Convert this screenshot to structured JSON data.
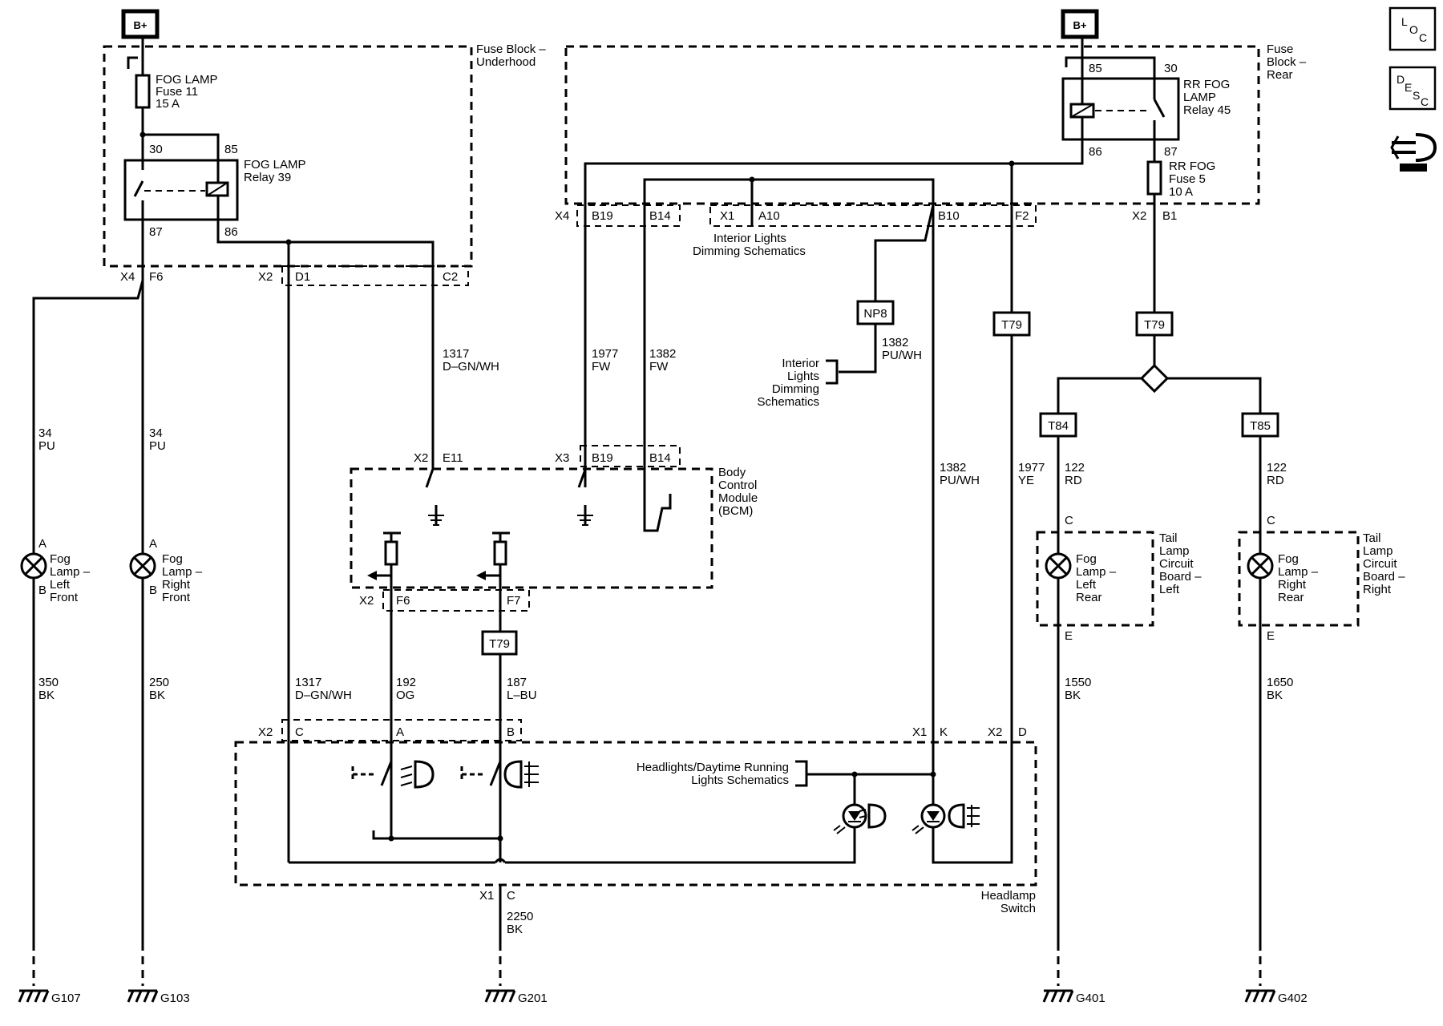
{
  "power": {
    "left": "B+",
    "right": "B+"
  },
  "fuse_block_underhood": {
    "line1": "Fuse Block –",
    "line2": "Underhood"
  },
  "fuse_block_rear": {
    "line1": "Fuse",
    "line2": "Block –",
    "line3": "Rear"
  },
  "fog_fuse": {
    "line1": "FOG LAMP",
    "line2": "Fuse 11",
    "line3": "15 A"
  },
  "fog_relay": {
    "line1": "FOG LAMP",
    "line2": "Relay 39",
    "pin30": "30",
    "pin85": "85",
    "pin87": "87",
    "pin86": "86"
  },
  "rr_relay": {
    "line1": "RR FOG",
    "line2": "LAMP",
    "line3": "Relay 45",
    "pin85": "85",
    "pin30": "30",
    "pin86": "86",
    "pin87": "87"
  },
  "rr_fuse": {
    "line1": "RR FOG",
    "line2": "Fuse 5",
    "line3": "10 A"
  },
  "connectors": {
    "x4": "X4",
    "f6": "F6",
    "x2": "X2",
    "d1": "D1",
    "c2": "C2",
    "b19": "B19",
    "b14": "B14",
    "x1": "X1",
    "a10": "A10",
    "b10": "B10",
    "f2": "F2",
    "b1": "B1",
    "e11": "E11",
    "x3": "X3",
    "f7": "F7",
    "f6b": "F6",
    "c": "C",
    "a": "A",
    "b": "B",
    "k": "K",
    "d": "D",
    "hs_c": "C"
  },
  "splices": {
    "np8": "NP8",
    "t79": "T79",
    "t84": "T84",
    "t85": "T85"
  },
  "wires": {
    "w1317_num": "1317",
    "w1317_col": "D–GN/WH",
    "w1977_num": "1977",
    "w1977_col": "FW",
    "w1382_num": "1382",
    "w1382_col": "FW",
    "w1382b_num": "1382",
    "w1382b_col": "PU/WH",
    "w1382c_num": "1382",
    "w1382c_col": "PU/WH",
    "w1977b_num": "1977",
    "w1977b_col": "YE",
    "w34a_num": "34",
    "w34a_col": "PU",
    "w34b_num": "34",
    "w34b_col": "PU",
    "w122a_num": "122",
    "w122a_col": "RD",
    "w122b_num": "122",
    "w122b_col": "RD",
    "w350_num": "350",
    "w350_col": "BK",
    "w250_num": "250",
    "w250_col": "BK",
    "w1317b_num": "1317",
    "w1317b_col": "D–GN/WH",
    "w192_num": "192",
    "w192_col": "OG",
    "w187_num": "187",
    "w187_col": "L–BU",
    "w2250_num": "2250",
    "w2250_col": "BK",
    "w1550_num": "1550",
    "w1550_col": "BK",
    "w1650_num": "1650",
    "w1650_col": "BK"
  },
  "interior_top": {
    "line1": "Interior Lights",
    "line2": "Dimming Schematics"
  },
  "interior_side": {
    "line1": "Interior",
    "line2": "Lights",
    "line3": "Dimming",
    "line4": "Schematics"
  },
  "bcm": {
    "line1": "Body",
    "line2": "Control",
    "line3": "Module",
    "line4": "(BCM)"
  },
  "lamps": {
    "lf": {
      "pinA": "A",
      "pinB": "B",
      "line1": "Fog",
      "line2": "Lamp –",
      "line3": "Left",
      "line4": "Front"
    },
    "rf": {
      "pinA": "A",
      "pinB": "B",
      "line1": "Fog",
      "line2": "Lamp –",
      "line3": "Right",
      "line4": "Front"
    },
    "lr": {
      "pinC": "C",
      "pinE": "E",
      "line1": "Fog",
      "line2": "Lamp –",
      "line3": "Left",
      "line4": "Rear"
    },
    "rr": {
      "pinC": "C",
      "pinE": "E",
      "line1": "Fog",
      "line2": "Lamp –",
      "line3": "Right",
      "line4": "Rear"
    }
  },
  "tail_left": {
    "line1": "Tail",
    "line2": "Lamp",
    "line3": "Circuit",
    "line4": "Board –",
    "line5": "Left"
  },
  "tail_right": {
    "line1": "Tail",
    "line2": "Lamp",
    "line3": "Circuit",
    "line4": "Board –",
    "line5": "Right"
  },
  "headlamp_switch": {
    "line1": "Headlamp",
    "line2": "Switch",
    "pinx1": "X1",
    "pinc": "C"
  },
  "hdrl": {
    "line1": "Headlights/Daytime Running",
    "line2": "Lights Schematics"
  },
  "grounds": {
    "g107": "G107",
    "g103": "G103",
    "g201": "G201",
    "g401": "G401",
    "g402": "G402"
  },
  "nav": {
    "loc": {
      "l": "L",
      "o": "O",
      "c": "C"
    },
    "desc": {
      "d": "D",
      "e": "E",
      "s": "S",
      "c": "C"
    },
    "connector_icon": "connector-icon"
  }
}
